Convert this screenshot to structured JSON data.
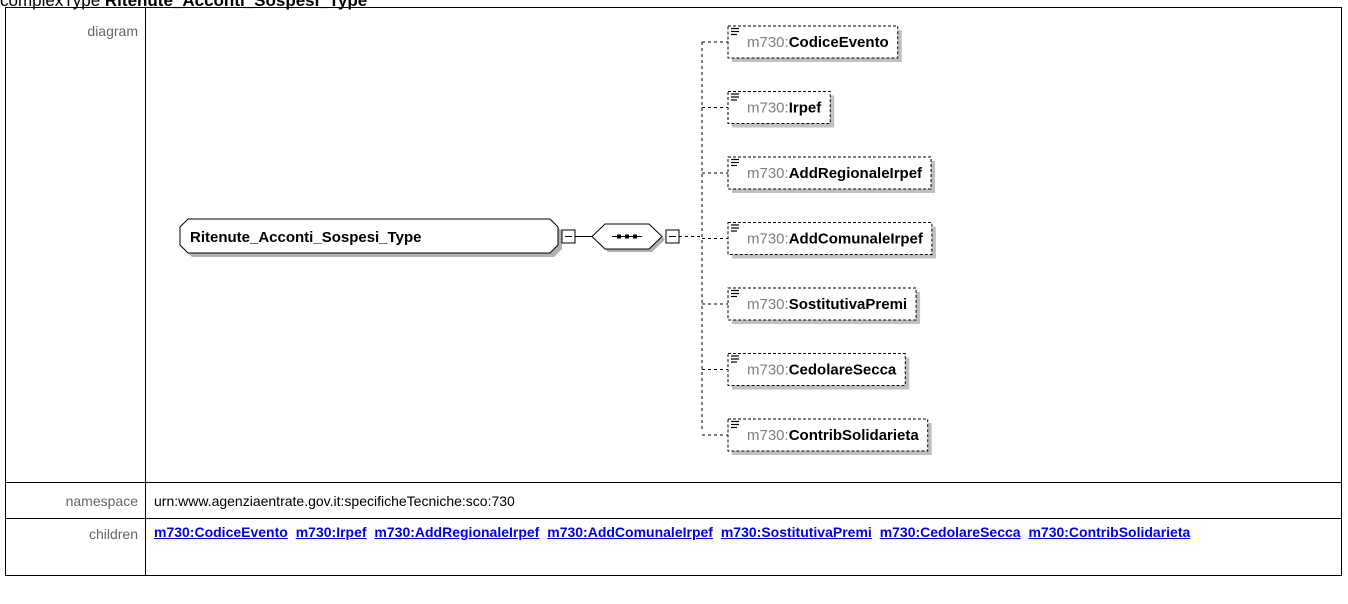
{
  "title": {
    "prefix": "complexType",
    "name": "Ritenute_Acconti_Sospesi_Type"
  },
  "labels": {
    "diagram": "diagram",
    "namespace": "namespace",
    "children": "children"
  },
  "namespace": "urn:www.agenziaentrate.gov.it:specificheTecniche:sco:730",
  "root_type": "Ritenute_Acconti_Sospesi_Type",
  "prefix": "m730:",
  "elements": [
    "CodiceEvento",
    "Irpef",
    "AddRegionaleIrpef",
    "AddComunaleIrpef",
    "SostitutivaPremi",
    "CedolareSecca",
    "ContribSolidarieta"
  ],
  "children": [
    "m730:CodiceEvento",
    "m730:Irpef",
    "m730:AddRegionaleIrpef",
    "m730:AddComunaleIrpef",
    "m730:SostitutivaPremi",
    "m730:CedolareSecca",
    "m730:ContribSolidarieta"
  ],
  "colors": {
    "prefix": "#808080",
    "link": "#0000ee",
    "label": "#666666"
  }
}
